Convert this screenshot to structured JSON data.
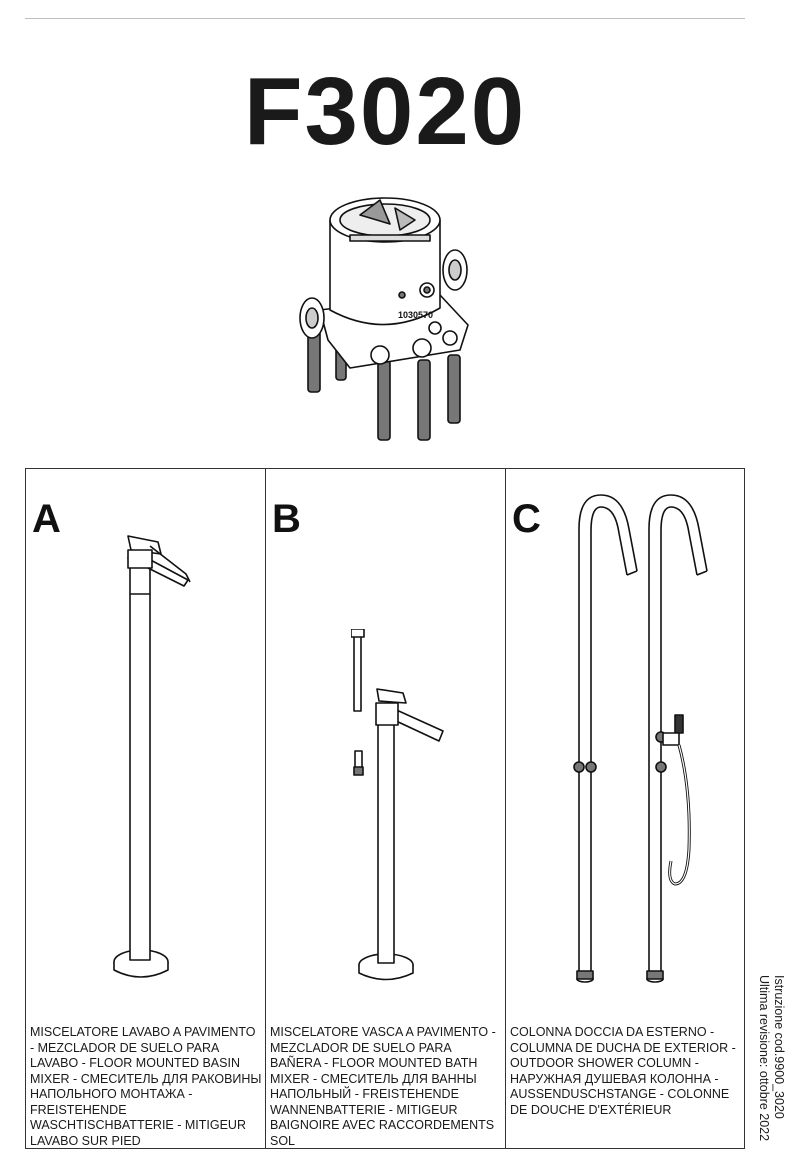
{
  "document": {
    "model": "F3020",
    "side_note": {
      "line1": "Istruzione cod.9900_3020",
      "line2": "Ultima revisione: ottobre 2022"
    }
  },
  "hero": {
    "label_body": "1030570"
  },
  "products": [
    {
      "letter": "A",
      "description": "MISCELATORE LAVABO A PAVIMENTO - MEZCLADOR DE SUELO PARA LAVABO -  FLOOR MOUNTED BASIN MIXER - СМЕСИТЕЛЬ ДЛЯ РАКОВИНЫ НАПОЛЬНОГО МОНТАЖА - FREISTEHENDE WASCHTISCHBATTERIE - MITIGEUR LAVABO SUR PIED"
    },
    {
      "letter": "B",
      "description": "MISCELATORE VASCA A PAVIMENTO - MEZCLADOR DE SUELO PARA BAÑERA - FLOOR MOUNTED BATH MIXER - СМЕСИТЕЛЬ ДЛЯ ВАННЫ НАПОЛЬНЫЙ - FREISTEHENDE WANNENBATTERIE - MITIGEUR BAIGNOIRE AVEC RACCORDEMENTS SOL"
    },
    {
      "letter": "C",
      "description": "COLONNA DOCCIA DA ESTERNO - COLUMNA DE DUCHA DE EXTERIOR - OUTDOOR SHOWER COLUMN - НАРУЖНАЯ ДУШЕВАЯ КОЛОННА - AUSSENDUSCHSTANGE - COLONNE DE DOUCHE D'EXTÉRIEUR"
    }
  ]
}
